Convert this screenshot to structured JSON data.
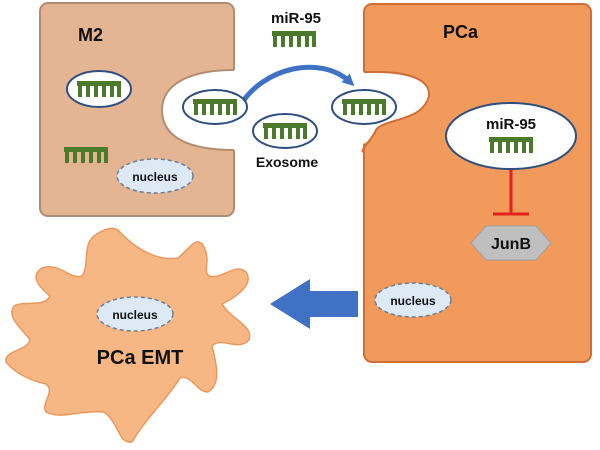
{
  "colors": {
    "m2_fill": "#e4b592",
    "m2_stroke": "#b08d72",
    "pca_fill": "#f19a5c",
    "pca_stroke": "#cf6e37",
    "emt_fill": "#f7b784",
    "mirna_green": "#4a7a2a",
    "vesicle_stroke": "#2f4f7f",
    "nucleus_fill": "#dde9f5",
    "arrow_blue": "#3f72c4",
    "inhibit_red": "#e2231a",
    "junb_gray": "#bfbfbf"
  },
  "labels": {
    "m2": "M2",
    "pca": "PCa",
    "mir95_top": "miR-95",
    "mir95_pca": "miR-95",
    "exosome": "Exosome",
    "nucleus_m2": "nucleus",
    "nucleus_pca": "nucleus",
    "nucleus_emt": "nucleus",
    "junb": "JunB",
    "pca_emt": "PCa EMT"
  },
  "icons": {
    "mirna": "mirna-comb-icon",
    "transfer_arrow": "curved-arrow-icon",
    "inhibition": "t-bar-inhibition-icon",
    "effect_arrow": "block-arrow-left-icon"
  }
}
